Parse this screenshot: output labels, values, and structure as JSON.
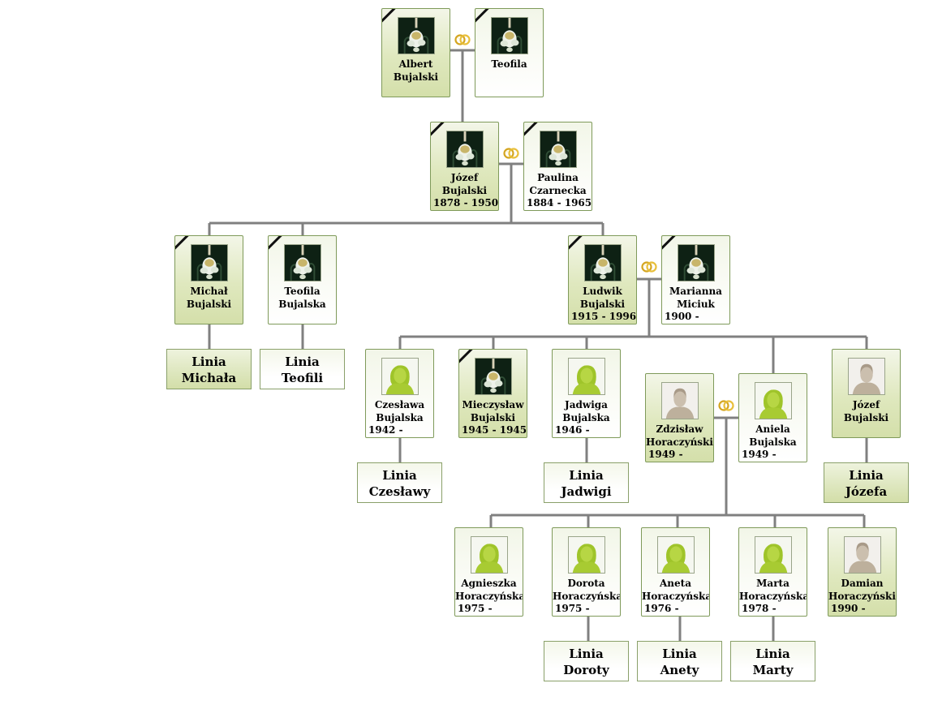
{
  "colors": {
    "line": "#808080",
    "male_card": "#d8e2b0",
    "female_card": "#ffffff",
    "card_border": "#7f9a5a",
    "rings": "#d4a520"
  },
  "people": {
    "albert": {
      "name1": "Albert",
      "name2": "Bujalski",
      "dates": "",
      "gender": "male",
      "photo": "deceased-photo-icon",
      "deceased": true
    },
    "teofila_s": {
      "name1": "Teofila",
      "name2": "",
      "dates": "",
      "gender": "female",
      "photo": "deceased-photo-icon",
      "deceased": true
    },
    "jozef_s": {
      "name1": "Józef",
      "name2": "Bujalski",
      "dates": "1878 - 1950",
      "gender": "male",
      "photo": "deceased-photo-icon",
      "deceased": true
    },
    "paulina": {
      "name1": "Paulina",
      "name2": "Czarnecka",
      "dates": "1884 - 1965",
      "gender": "female",
      "photo": "deceased-photo-icon",
      "deceased": true
    },
    "michal": {
      "name1": "Michał",
      "name2": "Bujalski",
      "dates": "",
      "gender": "male",
      "photo": "deceased-photo-icon",
      "deceased": true
    },
    "teofila_b": {
      "name1": "Teofila",
      "name2": "Bujalska",
      "dates": "",
      "gender": "female",
      "photo": "deceased-photo-icon",
      "deceased": true
    },
    "ludwik": {
      "name1": "Ludwik",
      "name2": "Bujalski",
      "dates": "1915 - 1996",
      "gender": "male",
      "photo": "deceased-photo-icon",
      "deceased": true
    },
    "marianna": {
      "name1": "Marianna",
      "name2": "Miciuk",
      "dates": "1900 -",
      "gender": "female",
      "photo": "deceased-photo-icon",
      "deceased": true
    },
    "czeslawa": {
      "name1": "Czesława",
      "name2": "Bujalska",
      "dates": "1942 -",
      "gender": "female",
      "photo": "female-silhouette-icon",
      "deceased": false
    },
    "mieczyslaw": {
      "name1": "Mieczysław",
      "name2": "Bujalski",
      "dates": "1945 - 1945",
      "gender": "male",
      "photo": "deceased-photo-icon",
      "deceased": true
    },
    "jadwiga": {
      "name1": "Jadwiga",
      "name2": "Bujalska",
      "dates": "1946 -",
      "gender": "female",
      "photo": "female-silhouette-icon",
      "deceased": false
    },
    "zdzislaw": {
      "name1": "Zdzisław",
      "name2": "Horaczyński",
      "dates": "1949 -",
      "gender": "male",
      "photo": "male-silhouette-icon",
      "deceased": false
    },
    "aniela": {
      "name1": "Aniela",
      "name2": "Bujalska",
      "dates": "1949 -",
      "gender": "female",
      "photo": "female-silhouette-icon",
      "deceased": false
    },
    "jozef_j": {
      "name1": "Józef",
      "name2": "Bujalski",
      "dates": "",
      "gender": "male",
      "photo": "male-silhouette-icon",
      "deceased": false
    },
    "agnieszka": {
      "name1": "Agnieszka",
      "name2": "Horaczyńska",
      "dates": "1975 -",
      "gender": "female",
      "photo": "female-silhouette-icon",
      "deceased": false
    },
    "dorota": {
      "name1": "Dorota",
      "name2": "Horaczyńska",
      "dates": "1975 -",
      "gender": "female",
      "photo": "female-silhouette-icon",
      "deceased": false
    },
    "aneta": {
      "name1": "Aneta",
      "name2": "Horaczyńska",
      "dates": "1976 -",
      "gender": "female",
      "photo": "female-silhouette-icon",
      "deceased": false
    },
    "marta": {
      "name1": "Marta",
      "name2": "Horaczyńska",
      "dates": "1978 -",
      "gender": "female",
      "photo": "female-silhouette-icon",
      "deceased": false
    },
    "damian": {
      "name1": "Damian",
      "name2": "Horaczyński",
      "dates": "1990 -",
      "gender": "male",
      "photo": "male-silhouette-icon",
      "deceased": false
    }
  },
  "lines": {
    "michala": {
      "l1": "Linia",
      "l2": "Michała",
      "gender": "male"
    },
    "teofili": {
      "l1": "Linia",
      "l2": "Teofili",
      "gender": "female"
    },
    "czeslawy": {
      "l1": "Linia",
      "l2": "Czesławy",
      "gender": "female"
    },
    "jadwigi": {
      "l1": "Linia",
      "l2": "Jadwigi",
      "gender": "female"
    },
    "jozefa": {
      "l1": "Linia",
      "l2": "Józefa",
      "gender": "male"
    },
    "doroty": {
      "l1": "Linia",
      "l2": "Doroty",
      "gender": "female"
    },
    "anety": {
      "l1": "Linia",
      "l2": "Anety",
      "gender": "female"
    },
    "marty": {
      "l1": "Linia",
      "l2": "Marty",
      "gender": "female"
    }
  },
  "marriage_icon": "wedding-rings-icon"
}
